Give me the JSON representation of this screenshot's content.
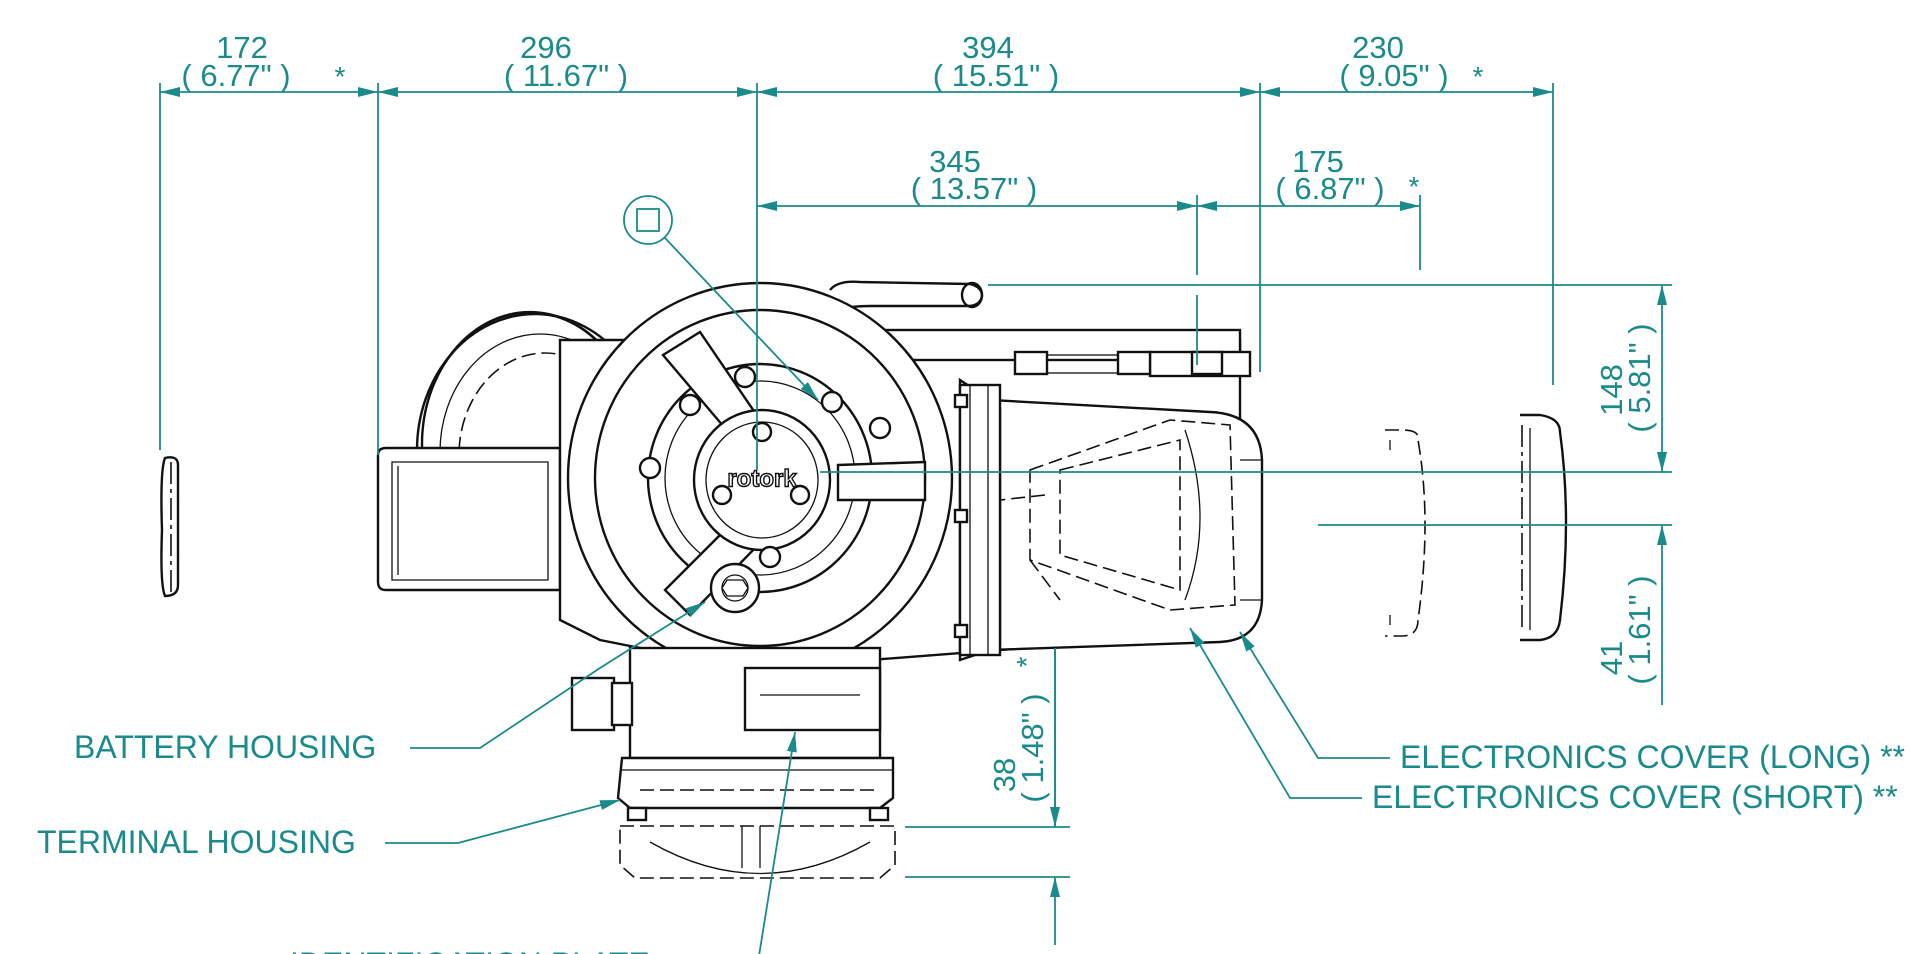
{
  "dimensions": {
    "d172": {
      "mm": "172",
      "in": "( 6.77\" )",
      "mark": "*"
    },
    "d296": {
      "mm": "296",
      "in": "( 11.67\" )"
    },
    "d394": {
      "mm": "394",
      "in": "( 15.51\" )"
    },
    "d230": {
      "mm": "230",
      "in": "( 9.05\" )",
      "mark": "*"
    },
    "d345": {
      "mm": "345",
      "in": "( 13.57\" )"
    },
    "d175": {
      "mm": "175",
      "in": "( 6.87\" )",
      "mark": "*"
    },
    "d148": {
      "mm": "148",
      "in": "( 5.81\" )"
    },
    "d41": {
      "mm": "41",
      "in": "( 1.61\" )"
    },
    "d38": {
      "mm": "38",
      "in": "( 1.48\" )",
      "mark": "*"
    }
  },
  "labels": {
    "battery_housing": "BATTERY HOUSING",
    "terminal_housing": "TERMINAL HOUSING",
    "identification_plate": "IDENTIFICATION PLATE",
    "cover_long": "ELECTRONICS COVER (LONG) **",
    "cover_short": "ELECTRONICS COVER (SHORT) **"
  },
  "brand_text": "rotork",
  "colors": {
    "annotation": "#1a8a8a",
    "outline": "#111111"
  }
}
